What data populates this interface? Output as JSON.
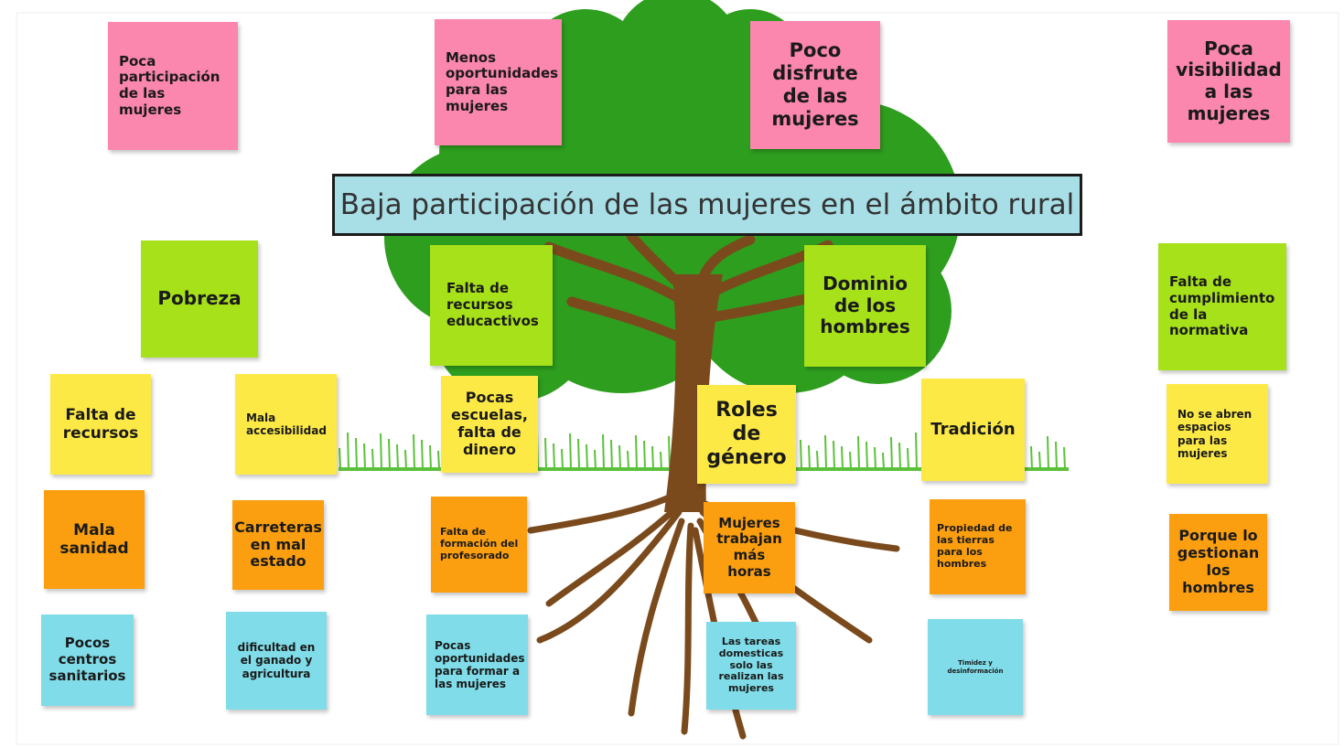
{
  "title": "Baja participación de las mujeres en el ámbito rural",
  "colors": {
    "pink": "#fb86ae",
    "lime": "#a6e11a",
    "yellow": "#fde946",
    "orange": "#fb9f10",
    "cyan": "#7fdce8",
    "title_bg": "#a8dfe6",
    "foliage": "#2e9e1e",
    "trunk": "#7a4a1c",
    "grass": "#5cc13a"
  },
  "effects": [
    "Poca participación de las mujeres",
    "Menos oportunidades para las mujeres",
    "Poco disfrute de las mujeres",
    "Poca visibilidad a las mujeres"
  ],
  "causes": [
    "Pobreza",
    "Falta de recursos educactivos",
    "Dominio de los hombres",
    "Falta de cumplimiento de la normativa"
  ],
  "yellow_notes": [
    "Falta de recursos",
    "Mala accesibilidad",
    "Pocas escuelas, falta de dinero",
    "Roles de género",
    "Tradición",
    "No se abren espacios para las mujeres"
  ],
  "orange_notes": [
    "Mala sanidad",
    "Carreteras en mal estado",
    "Falta de formación del profesorado",
    "Mujeres trabajan más horas",
    "Propiedad de las tierras para los hombres",
    "Porque lo gestionan los hombres"
  ],
  "cyan_notes": [
    "Pocos centros sanitarios",
    "dificultad en el ganado y agricultura",
    "Pocas oportunidades para formar a las mujeres",
    "Las tareas domesticas solo las realizan las mujeres",
    "Timidez y desinformación"
  ]
}
